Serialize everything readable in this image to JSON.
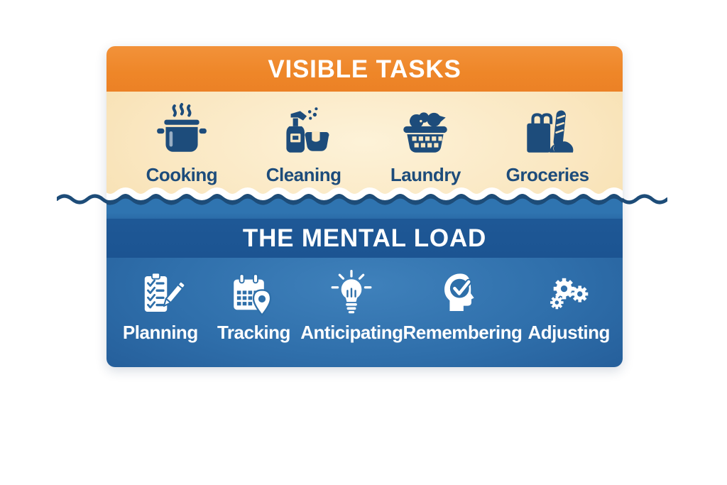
{
  "visible_section": {
    "title": "VISIBLE TASKS",
    "items": [
      {
        "label": "Cooking",
        "icon": "cooking-pot-icon"
      },
      {
        "label": "Cleaning",
        "icon": "spray-bottle-bucket-icon"
      },
      {
        "label": "Laundry",
        "icon": "laundry-basket-icon"
      },
      {
        "label": "Groceries",
        "icon": "grocery-bag-icon"
      }
    ]
  },
  "mental_section": {
    "title": "THE MENTAL LOAD",
    "items": [
      {
        "label": "Planning",
        "icon": "checklist-pencil-icon"
      },
      {
        "label": "Tracking",
        "icon": "calendar-pin-icon"
      },
      {
        "label": "Anticipating",
        "icon": "lightbulb-icon"
      },
      {
        "label": "Remembering",
        "icon": "head-checkmark-icon"
      },
      {
        "label": "Adjusting",
        "icon": "gears-icon"
      }
    ]
  },
  "colors": {
    "orange_header": "#EE8628",
    "cream_body": "#FAE7C1",
    "navy_icon": "#1D4C7B",
    "blue_band": "#1C5492",
    "blue_water": "#2F74B0",
    "white": "#FFFFFF"
  }
}
